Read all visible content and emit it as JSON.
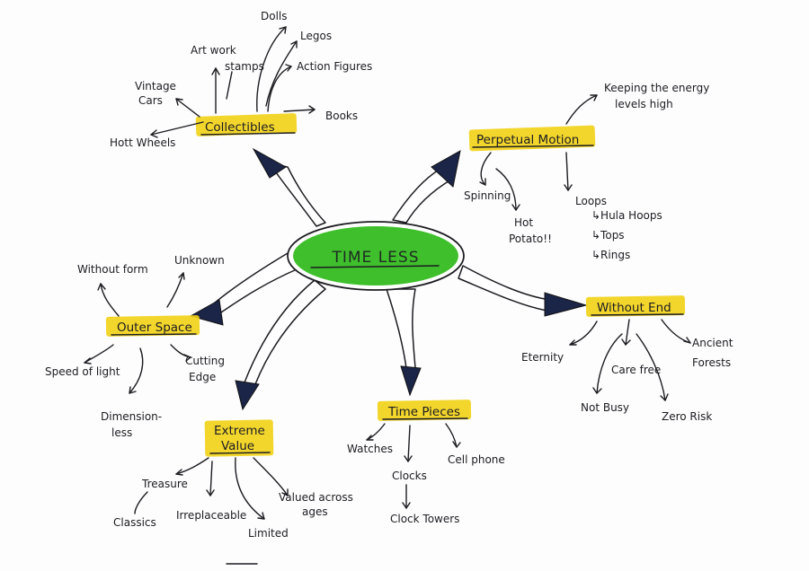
{
  "center": {
    "label": "TIME LESS",
    "color": "#3fbf2c"
  },
  "highlight_color": "#f2d21a",
  "branches": {
    "collectibles": {
      "label": "Collectibles",
      "items": {
        "vintage": "Vintage\nCars",
        "hotwheels": "Hott Wheels",
        "artwork": "Art work",
        "stamps": "stamps",
        "dolls": "Dolls",
        "legos": "Legos",
        "actionfigures": "Action Figures",
        "books": "Books"
      }
    },
    "perpetual": {
      "label": "Perpetual Motion",
      "items": {
        "energy": "Keeping the energy\nlevels high",
        "spinning": "Spinning",
        "hotpotato": "Hot\nPotato!!",
        "loops": "Loops",
        "hula": "↳Hula Hoops",
        "tops": "↳Tops",
        "rings": "↳Rings"
      }
    },
    "withoutend": {
      "label": "Without End",
      "items": {
        "eternity": "Eternity",
        "ancient": "Ancient\nForests",
        "carefree": "Care free",
        "notbusy": "Not Busy",
        "zerorisk": "Zero Risk"
      }
    },
    "timepieces": {
      "label": "Time Pieces",
      "items": {
        "watches": "Watches",
        "clocks": "Clocks",
        "cellphone": "Cell phone",
        "clocktowers": "Clock Towers"
      }
    },
    "extremevalue": {
      "label": "Extreme\nValue",
      "items": {
        "treasure": "Treasure",
        "classics": "Classics",
        "irreplaceable": "Irreplaceable",
        "limited": "Limited",
        "valued": "Valued across\nages"
      }
    },
    "outerspace": {
      "label": "Outer Space",
      "items": {
        "withoutform": "Without form",
        "unknown": "Unknown",
        "speedoflight": "Speed of light",
        "cutting": "Cutting\nEdge",
        "dimensionless": "Dimension-\nless"
      }
    }
  }
}
